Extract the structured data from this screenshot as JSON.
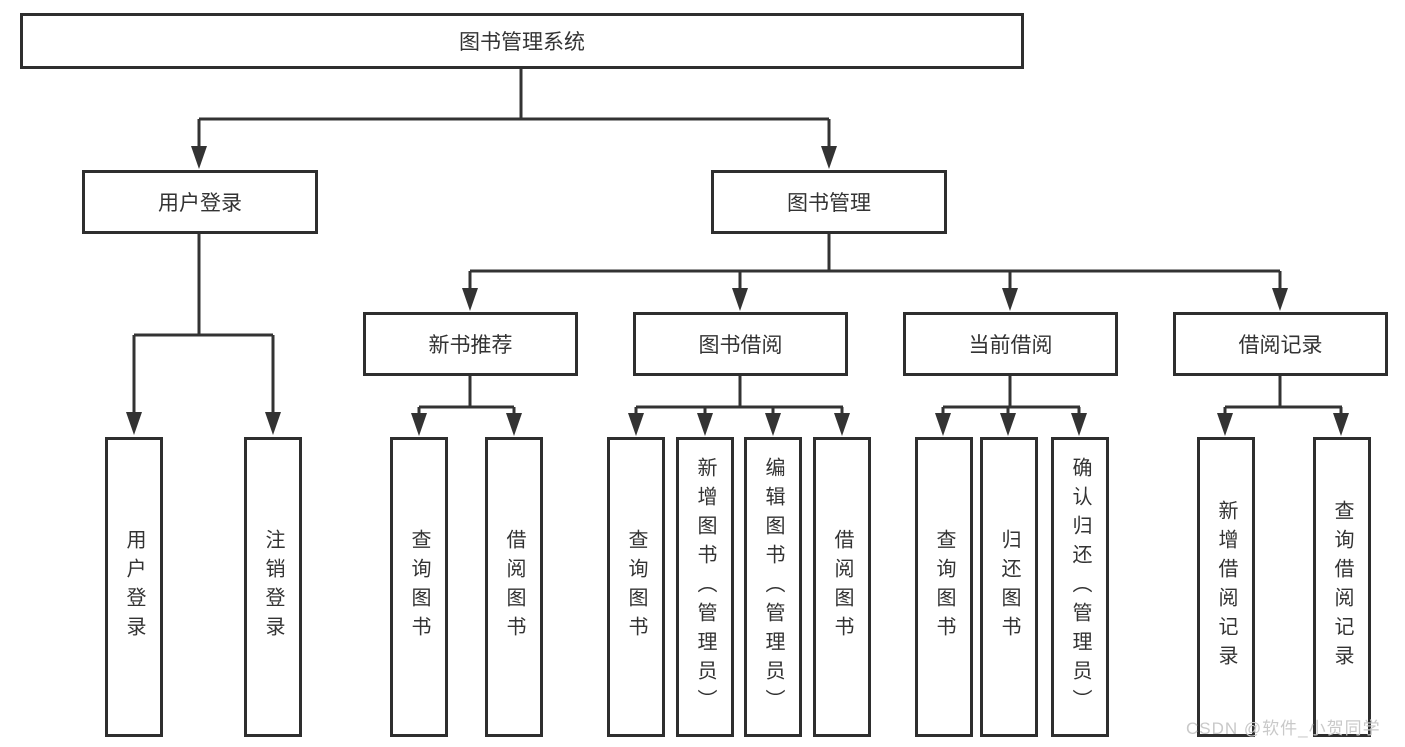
{
  "watermark": {
    "text": "CSDN @软件_小贺同学"
  },
  "colors": {
    "line": "#333333",
    "text": "#333333",
    "box_border": "#2e2e2e",
    "watermark": "#c9c9c9",
    "background": "#ffffff"
  },
  "tree": {
    "label": "图书管理系统",
    "children": [
      {
        "label": "用户登录",
        "children": [
          {
            "label": "用户登录"
          },
          {
            "label": "注销登录"
          }
        ]
      },
      {
        "label": "图书管理",
        "children": [
          {
            "label": "新书推荐",
            "children": [
              {
                "label": "查询图书"
              },
              {
                "label": "借阅图书"
              }
            ]
          },
          {
            "label": "图书借阅",
            "children": [
              {
                "label": "查询图书"
              },
              {
                "label": "新增图书（管理员）"
              },
              {
                "label": "编辑图书（管理员）"
              },
              {
                "label": "借阅图书"
              }
            ]
          },
          {
            "label": "当前借阅",
            "children": [
              {
                "label": "查询图书"
              },
              {
                "label": "归还图书"
              },
              {
                "label": "确认归还（管理员）"
              }
            ]
          },
          {
            "label": "借阅记录",
            "children": [
              {
                "label": "新增借阅记录"
              },
              {
                "label": "查询借阅记录"
              }
            ]
          }
        ]
      }
    ]
  }
}
